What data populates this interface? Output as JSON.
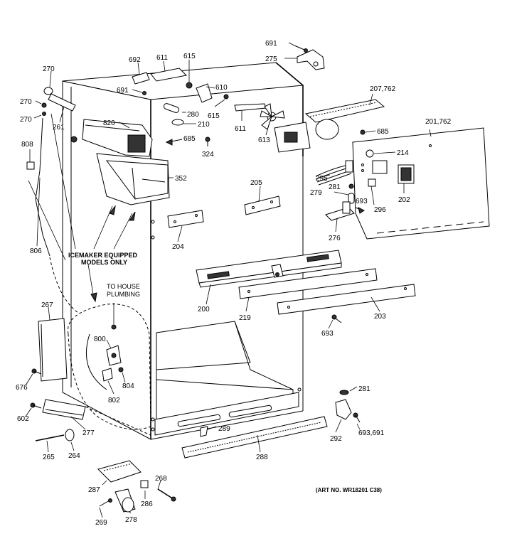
{
  "part_labels": {
    "p691a": "691",
    "p275": "275",
    "p692": "692",
    "p611a": "611",
    "p615a": "615",
    "p270a": "270",
    "p270b": "270",
    "p270c": "270",
    "p261": "261",
    "p691b": "691",
    "p610": "610",
    "p207": "207,762",
    "p820": "820",
    "p280": "280",
    "p615b": "615",
    "p210": "210",
    "p611b": "611",
    "p685a": "685",
    "p324": "324",
    "p613": "613",
    "p685b": "685",
    "p201": "201,762",
    "p808": "808",
    "p214": "214",
    "p352": "352",
    "p295": "295",
    "p205": "205",
    "p281a": "281",
    "p279": "279",
    "p693a": "693",
    "p202": "202",
    "p296": "296",
    "p276": "276",
    "p204": "204",
    "p806": "806",
    "p200": "200",
    "p219": "219",
    "p203": "203",
    "p267": "267",
    "p693b": "693",
    "p800": "800",
    "p804": "804",
    "p802": "802",
    "p676": "676",
    "p281b": "281",
    "p602": "602",
    "p277": "277",
    "p289": "289",
    "p292": "292",
    "p693c": "693,691",
    "p265": "265",
    "p264": "264",
    "p288": "288",
    "p268": "268",
    "p287": "287",
    "p286": "286",
    "p269": "269",
    "p278": "278"
  },
  "notes": {
    "icemaker_line1": "ICEMAKER EQUIPPED",
    "icemaker_line2": "MODELS ONLY",
    "plumbing_line1": "TO HOUSE",
    "plumbing_line2": "PLUMBING",
    "art_no": "(ART NO. WR18201 C38)"
  }
}
